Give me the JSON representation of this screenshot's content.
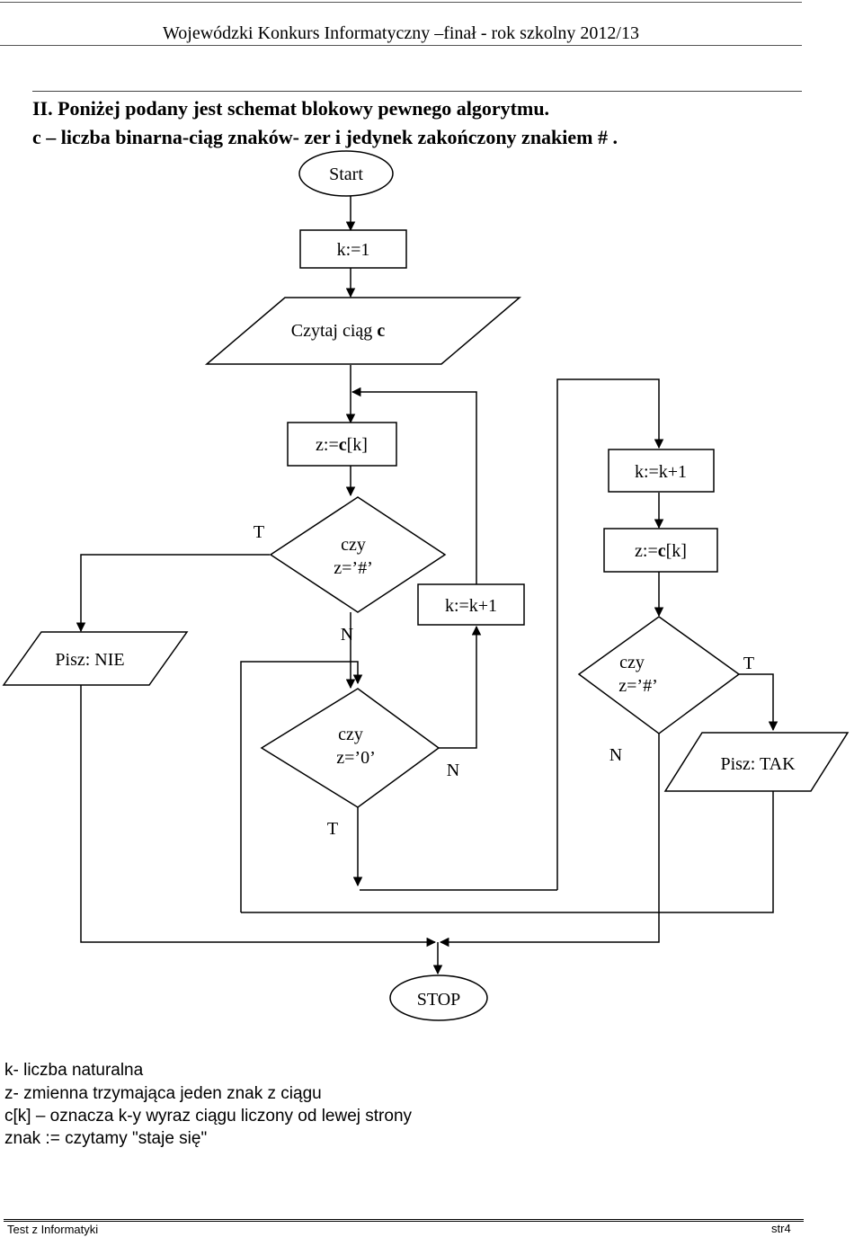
{
  "header": {
    "title": "Wojewódzki Konkurs Informatyczny –finał - rok szkolny 2012/13"
  },
  "task": {
    "line1": "II. Poniżej podany jest schemat blokowy pewnego algorytmu.",
    "line2": "c – liczba binarna-ciąg znaków- zer i jedynek zakończony znakiem # ."
  },
  "flowchart": {
    "start": "Start",
    "init": "k:=1",
    "read": {
      "prefix": "Czytaj ciąg ",
      "var": "c"
    },
    "assign_left": {
      "prefix": "z:=",
      "var": "c",
      "suffix": "[k]"
    },
    "check_hash_left": {
      "line1": "czy",
      "line2": "z=’#’",
      "yes": "T",
      "no": "N"
    },
    "print_no": "Pisz: NIE",
    "inc_middle": "k:=k+1",
    "check_zero": {
      "line1": "czy",
      "line2": "z=’0’",
      "yes": "T",
      "no": "N"
    },
    "inc_right": "k:=k+1",
    "assign_right": {
      "prefix": "z:=",
      "var": "c",
      "suffix": "[k]"
    },
    "check_hash_right": {
      "line1": "czy",
      "line2": "z=’#’",
      "yes": "T",
      "no": "N"
    },
    "print_yes": "Pisz: TAK",
    "stop": "STOP"
  },
  "legend": [
    "k- liczba naturalna",
    "z- zmienna trzymająca jeden znak z ciągu",
    "c[k] – oznacza k-y wyraz ciągu liczony od lewej strony",
    "znak := czytamy \"staje się\""
  ],
  "footer": {
    "left": "Test  z  Informatyki",
    "right": "str4"
  }
}
